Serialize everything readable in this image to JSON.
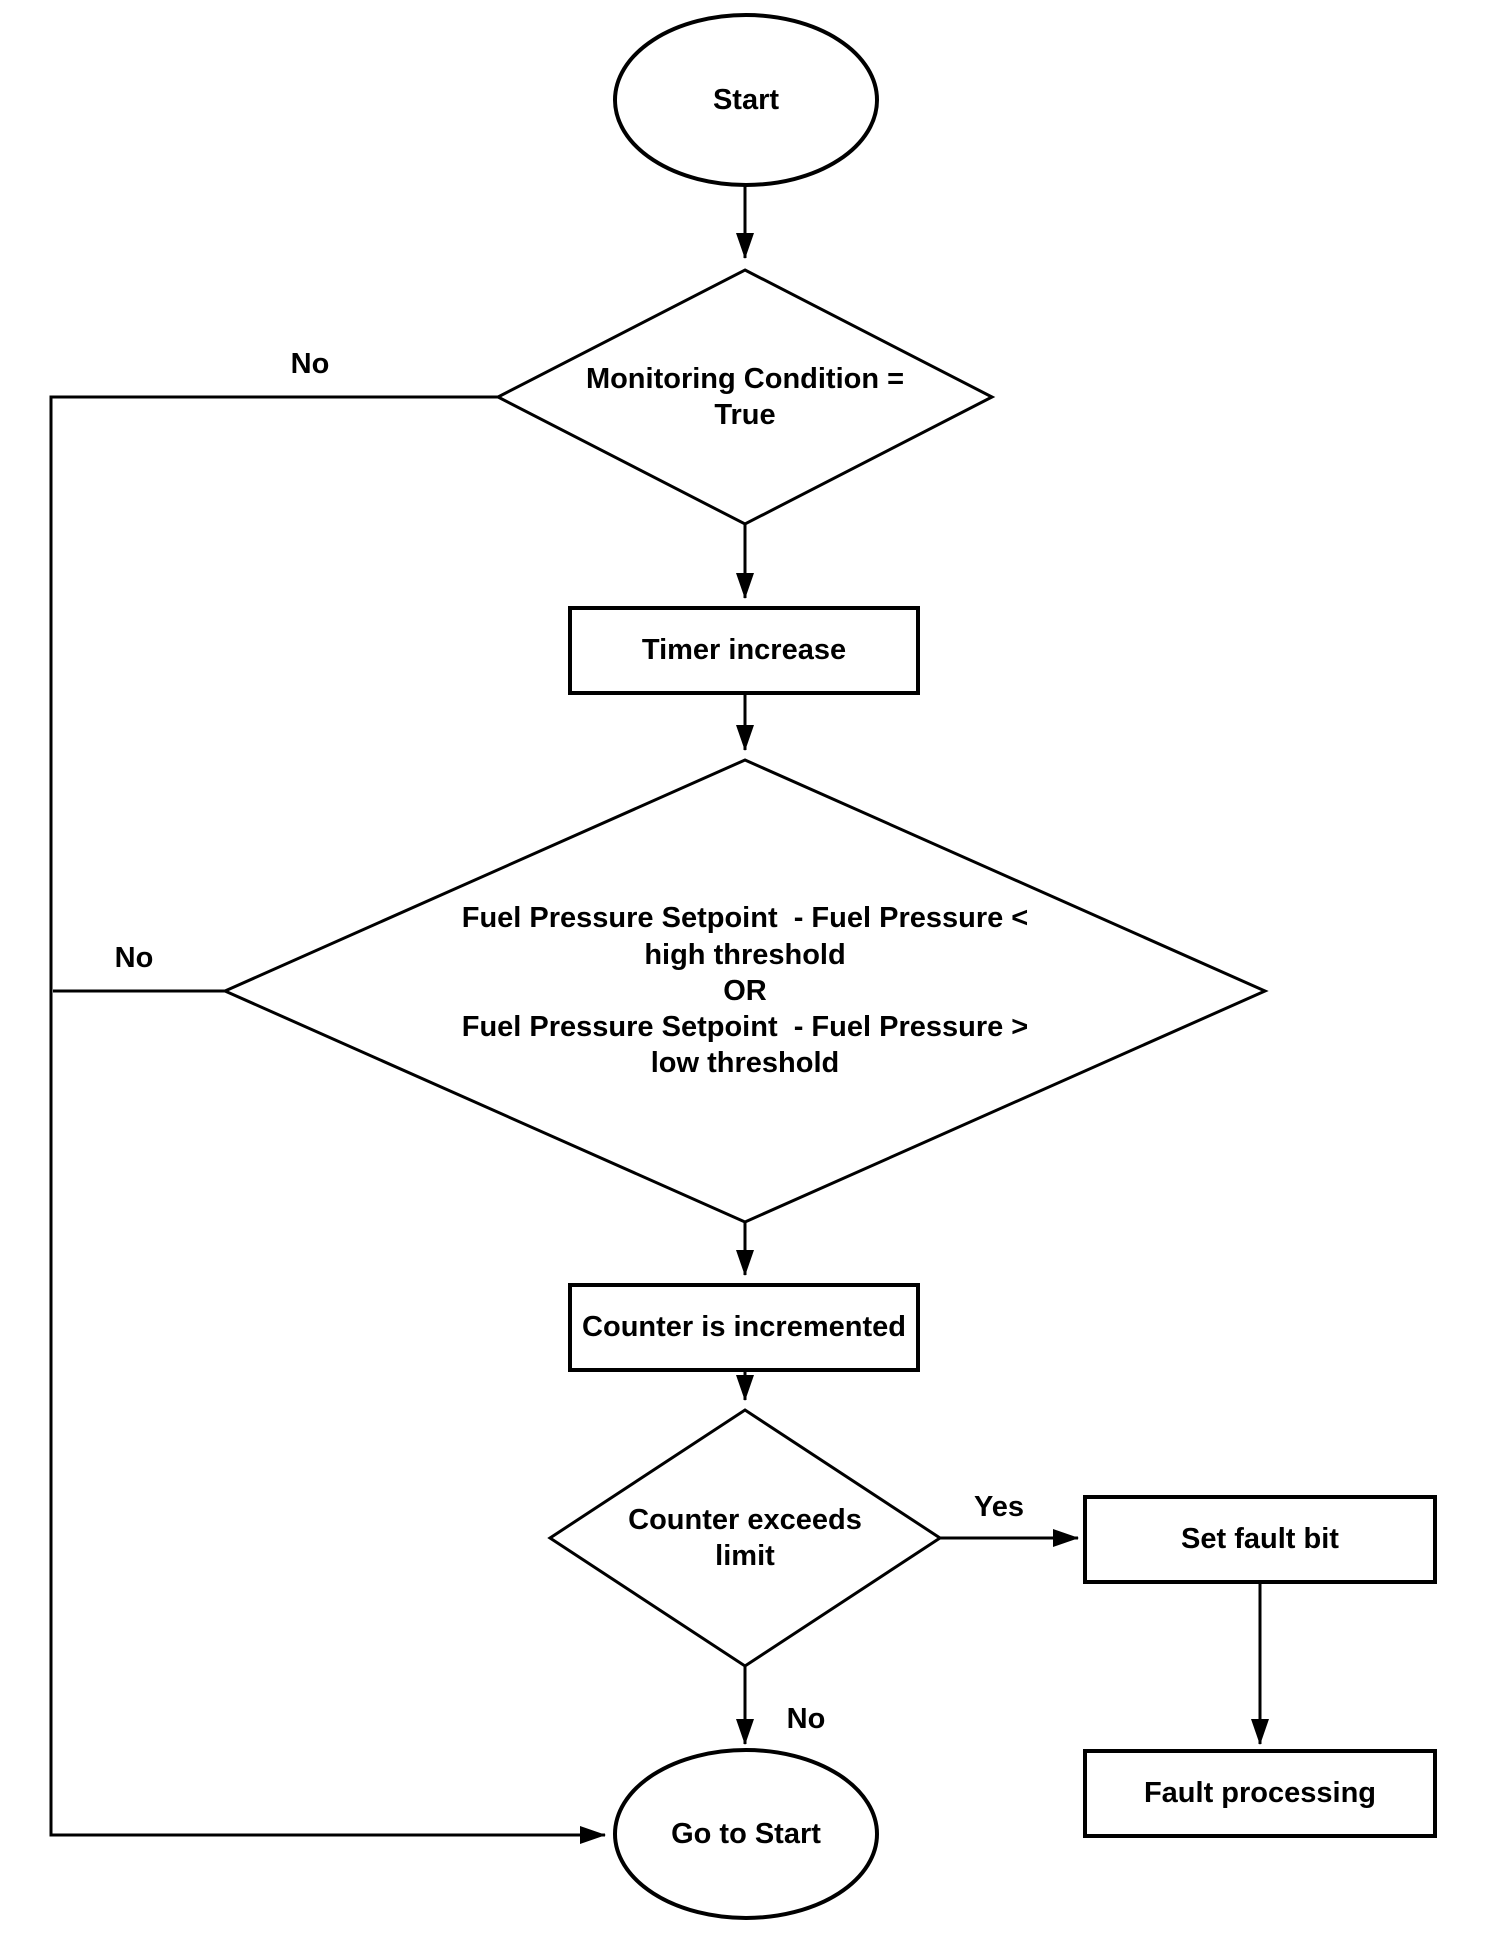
{
  "diagram": {
    "type": "flowchart",
    "background_color": "#ffffff",
    "stroke_color": "#000000",
    "fill_color": "#ffffff",
    "nodes": {
      "start": {
        "shape": "ellipse",
        "label": "Start"
      },
      "monitoring_condition": {
        "shape": "diamond",
        "label": "Monitoring Condition =\nTrue"
      },
      "timer_increase": {
        "shape": "rect",
        "label": "Timer increase"
      },
      "fuel_pressure_check": {
        "shape": "diamond",
        "label": "Fuel Pressure Setpoint  - Fuel Pressure <\nhigh threshold\nOR\nFuel Pressure Setpoint  - Fuel Pressure >\nlow threshold"
      },
      "counter_incremented": {
        "shape": "rect",
        "label": "Counter is incremented"
      },
      "counter_exceeds_limit": {
        "shape": "diamond",
        "label": "Counter exceeds\nlimit"
      },
      "set_fault_bit": {
        "shape": "rect",
        "label": "Set fault bit"
      },
      "fault_processing": {
        "shape": "rect",
        "label": "Fault processing"
      },
      "go_to_start": {
        "shape": "ellipse",
        "label": "Go to Start"
      }
    },
    "edge_labels": {
      "monitoring_no": "No",
      "fuel_pressure_no": "No",
      "counter_yes": "Yes",
      "counter_no": "No"
    }
  }
}
